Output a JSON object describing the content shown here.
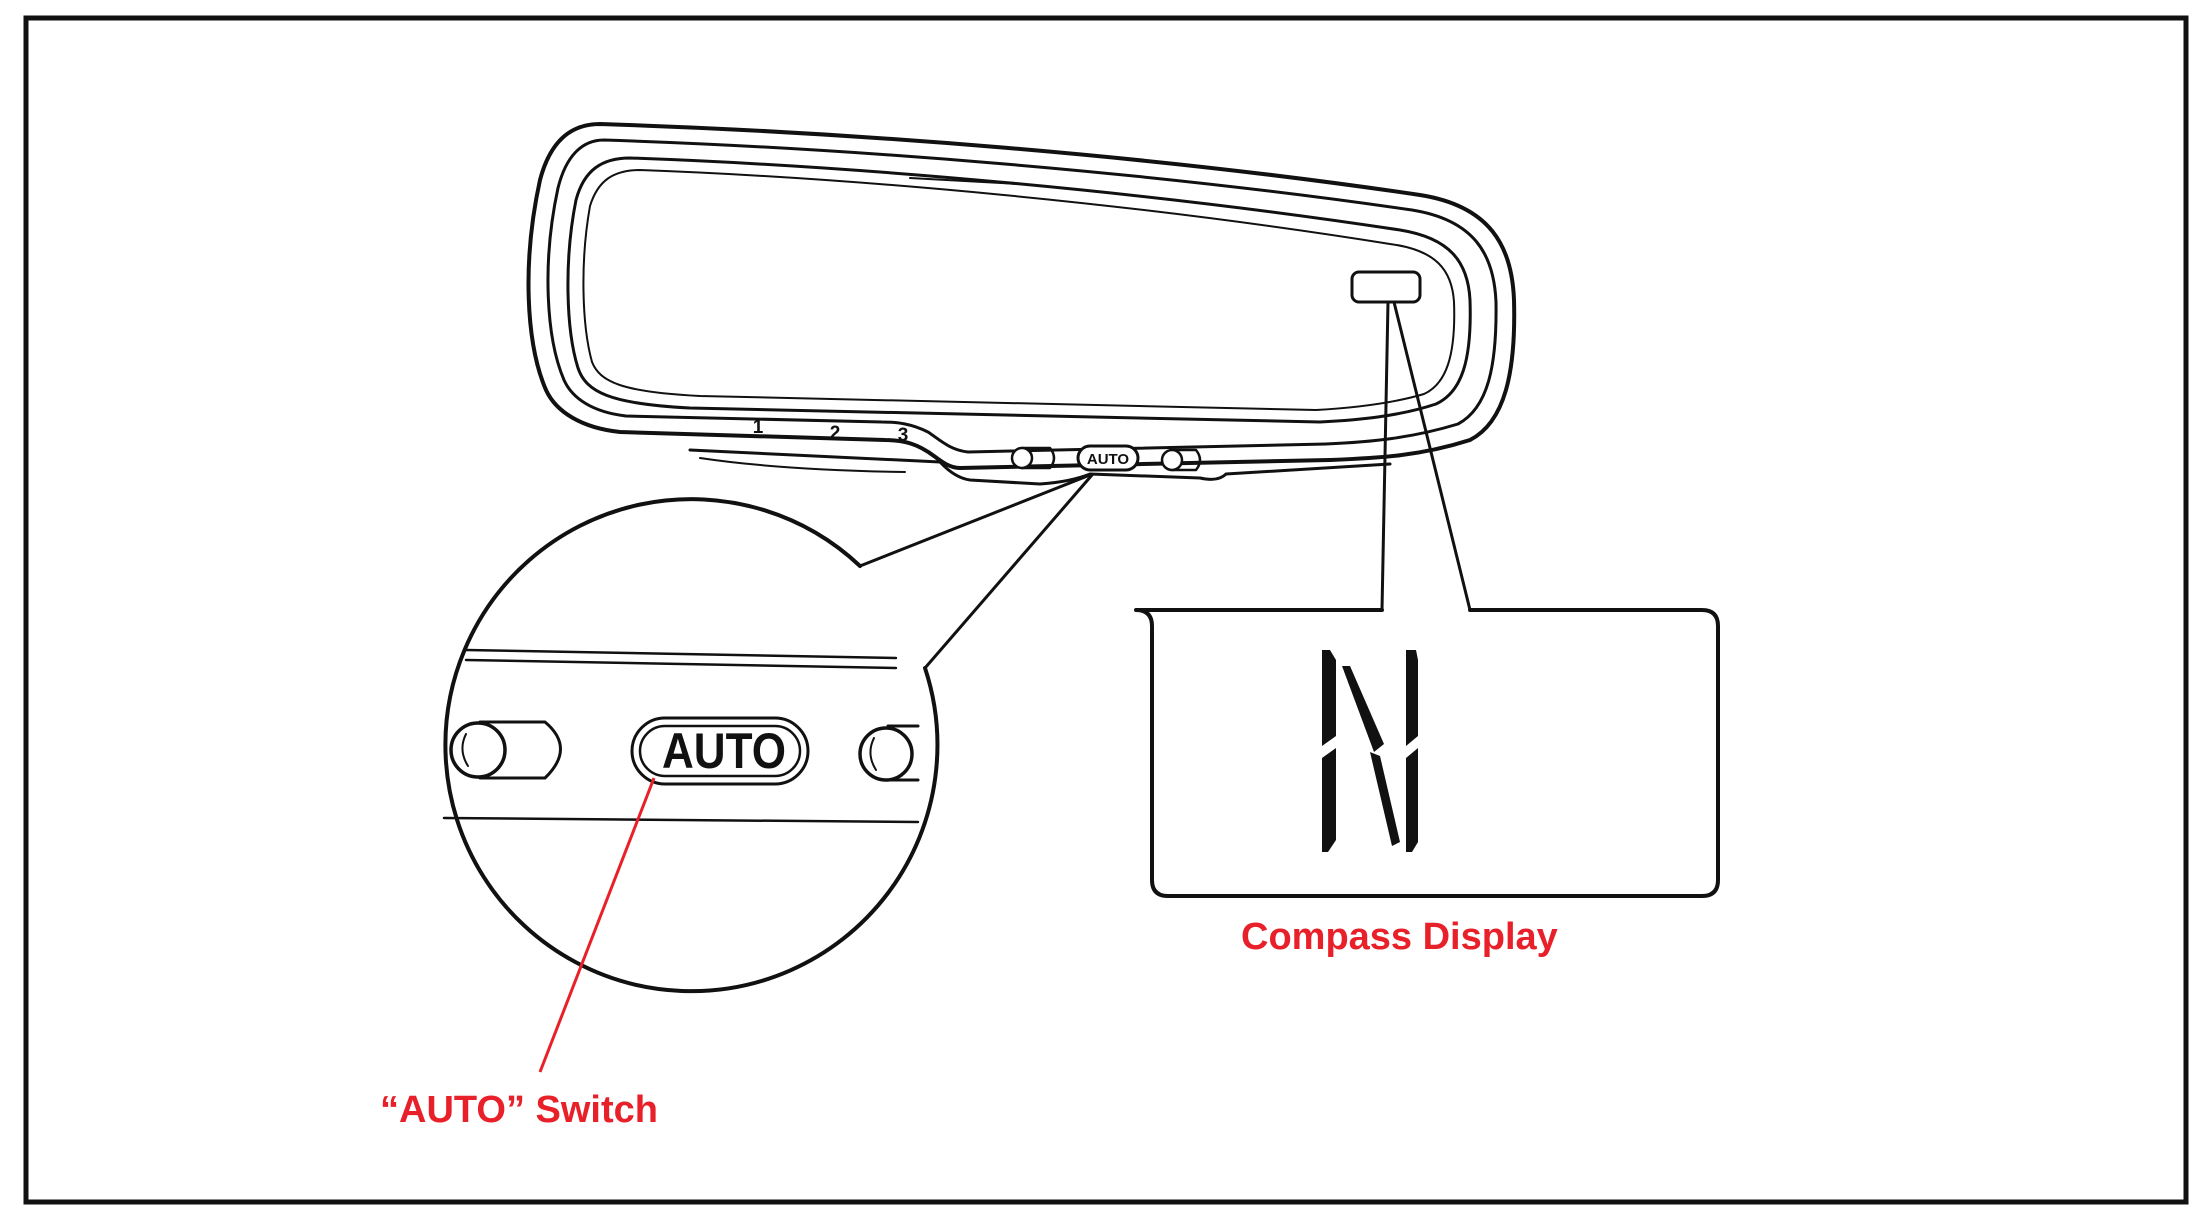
{
  "mirror": {
    "button_labels": [
      "1",
      "2",
      "3"
    ],
    "auto_switch_label": "AUTO"
  },
  "compass_display": {
    "heading": "N"
  },
  "callouts": {
    "auto_switch": "“AUTO” Switch",
    "compass_display": "Compass Display"
  },
  "colors": {
    "callout_text": "#e8202a",
    "callout_line": "#e8202a",
    "line_art": "#111111",
    "background": "#ffffff"
  }
}
